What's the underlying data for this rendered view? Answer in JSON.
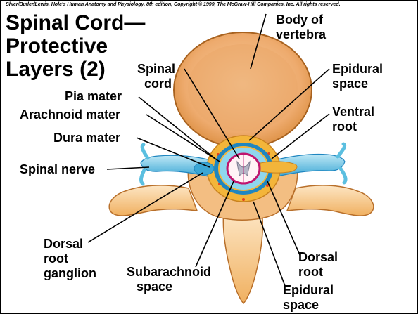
{
  "credit": "Shier/Butler/Lewis, Hole's Human Anatomy and Physiology, 8th edition, Copyright © 1999, The McGraw-Hill Companies, Inc. All rights reserved.",
  "title": {
    "line1": "Spinal Cord—",
    "line2": "Protective",
    "line3": "Layers (2)"
  },
  "labels": {
    "body_of_vertebra": [
      "Body of",
      "vertebra"
    ],
    "spinal_cord": [
      "Spinal",
      "cord"
    ],
    "pia_mater": "Pia mater",
    "arachnoid_mater": "Arachnoid mater",
    "dura_mater": "Dura mater",
    "spinal_nerve": "Spinal nerve",
    "epidural_space_top": [
      "Epidural",
      "space"
    ],
    "ventral_root": [
      "Ventral",
      "root"
    ],
    "dorsal_root_ganglion": [
      "Dorsal",
      "root",
      "ganglion"
    ],
    "subarachnoid_space": [
      "Subarachnoid",
      "space"
    ],
    "dorsal_root": [
      "Dorsal",
      "root"
    ],
    "epidural_space_bottom": [
      "Epidural",
      "space"
    ]
  },
  "colors": {
    "bone": "#f5c48a",
    "bone_dark": "#d98a3a",
    "bone_light": "#fde6c4",
    "nerve": "#5bbfe0",
    "dura": "#1f86c0",
    "fat": "#f3b53a",
    "cord_rim": "#c0156e"
  }
}
